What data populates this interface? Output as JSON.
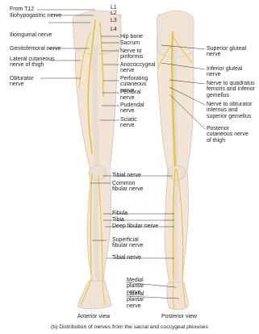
{
  "labels": {
    "from_t12": "From T12",
    "iliohypogastric": "Iliohypogastric nerve",
    "ilioinguinal": "Ilioinguinal nerve",
    "genitofemoral": "Genitofemoral nerve",
    "lateral_cutaneous": "Lateral cutaneous nerve of thigh",
    "obturator": "Obturator nerve",
    "l1": "L1",
    "l2": "L2",
    "l3": "L3",
    "l4": "L4",
    "hip_bone": "Hip bone",
    "sacrum": "Sacrum",
    "nerve_to_piriformis": "Nerve to piriformis",
    "anococcygeal": "Anococcygeal nerve",
    "perforating_cutaneous": "Perforating cutaneous nerve",
    "femoral": "Femoral nerve",
    "pudendal": "Pudendal nerve",
    "sciatic": "Sciatic nerve",
    "superior_gluteal": "Superior gluteal nerve",
    "inferior_gluteal": "Inferior gluteal nerve",
    "quadratus_femoris": "Nerve to quadratus femoris and inferior gemellus",
    "obturator_internus": "Nerve to obturator internus and superior gemellus",
    "posterior_cutaneous": "Posterior cutaneous nerve of thigh",
    "tibial1": "Tibial nerve",
    "common_fibular": "Common fibular nerve",
    "fibula": "Fibula",
    "tibia": "Tibia",
    "deep_fibular": "Deep fibular nerve",
    "superficial_fibular": "Superficial fibular nerve",
    "tibial2": "Tibial nerve",
    "medial_plantar": "Medial plantar nerve",
    "lateral_plantar": "Lateral plantar nerve"
  },
  "views": {
    "anterior": "Anterior view",
    "posterior": "Posterior view"
  },
  "caption": "(b) Distribution of nerves from the sacral and coccygeal plexuses",
  "colors": {
    "skin": "#f2e3d6",
    "bone": "#e8e0d2",
    "nerve": "#e8c13a",
    "line": "#1a1a1a"
  }
}
